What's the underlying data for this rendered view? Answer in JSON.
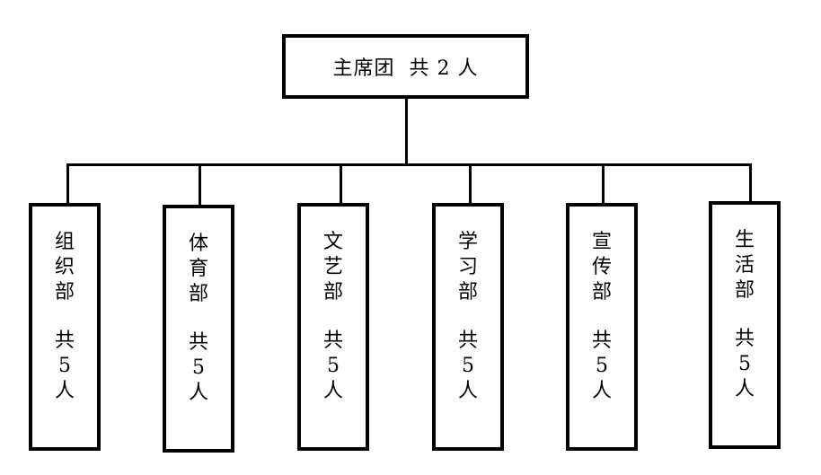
{
  "top": {
    "label": "主席团",
    "count_text": "共 2 人"
  },
  "departments": [
    {
      "name": "组织部",
      "count_prefix": "共",
      "count_num": "5",
      "count_suffix": "人"
    },
    {
      "name": "体育部",
      "count_prefix": "共",
      "count_num": "5",
      "count_suffix": "人"
    },
    {
      "name": "文艺部",
      "count_prefix": "共",
      "count_num": "5",
      "count_suffix": "人"
    },
    {
      "name": "学习部",
      "count_prefix": "共",
      "count_num": "5",
      "count_suffix": "人"
    },
    {
      "name": "宣传部",
      "count_prefix": "共",
      "count_num": "5",
      "count_suffix": "人"
    },
    {
      "name": "生活部",
      "count_prefix": "共",
      "count_num": "5",
      "count_suffix": "人"
    }
  ]
}
